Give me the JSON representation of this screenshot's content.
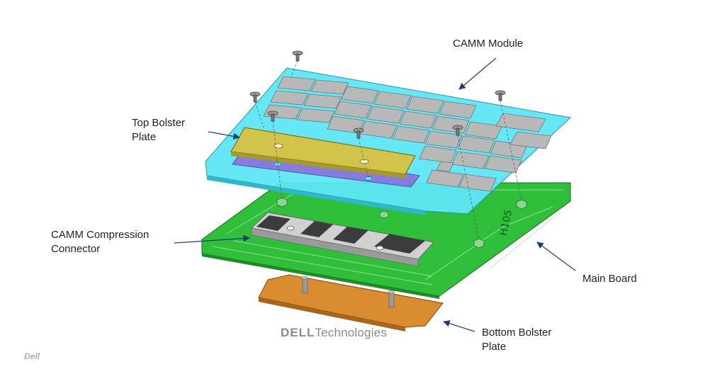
{
  "labels": {
    "camm_module": "CAMM Module",
    "top_bolster_line1": "Top Bolster",
    "top_bolster_line2": "Plate",
    "compression_line1": "CAMM Compression",
    "compression_line2": "Connector",
    "main_board": "Main Board",
    "bottom_bolster_line1": "Bottom Bolster",
    "bottom_bolster_line2": "Plate"
  },
  "board_marking": "H105",
  "brand": {
    "part1": "DELL",
    "part2": "Technologies"
  },
  "corner_logo": "Dell",
  "colors": {
    "camm_module": "#5ee6f5",
    "top_bolster": "#d2c44a",
    "insulator": "#8a70dc",
    "main_board": "#2fbf3a",
    "bottom_bolster": "#d98c30",
    "connector": "#d0d0d0",
    "leader_line": "#1f3f70"
  }
}
